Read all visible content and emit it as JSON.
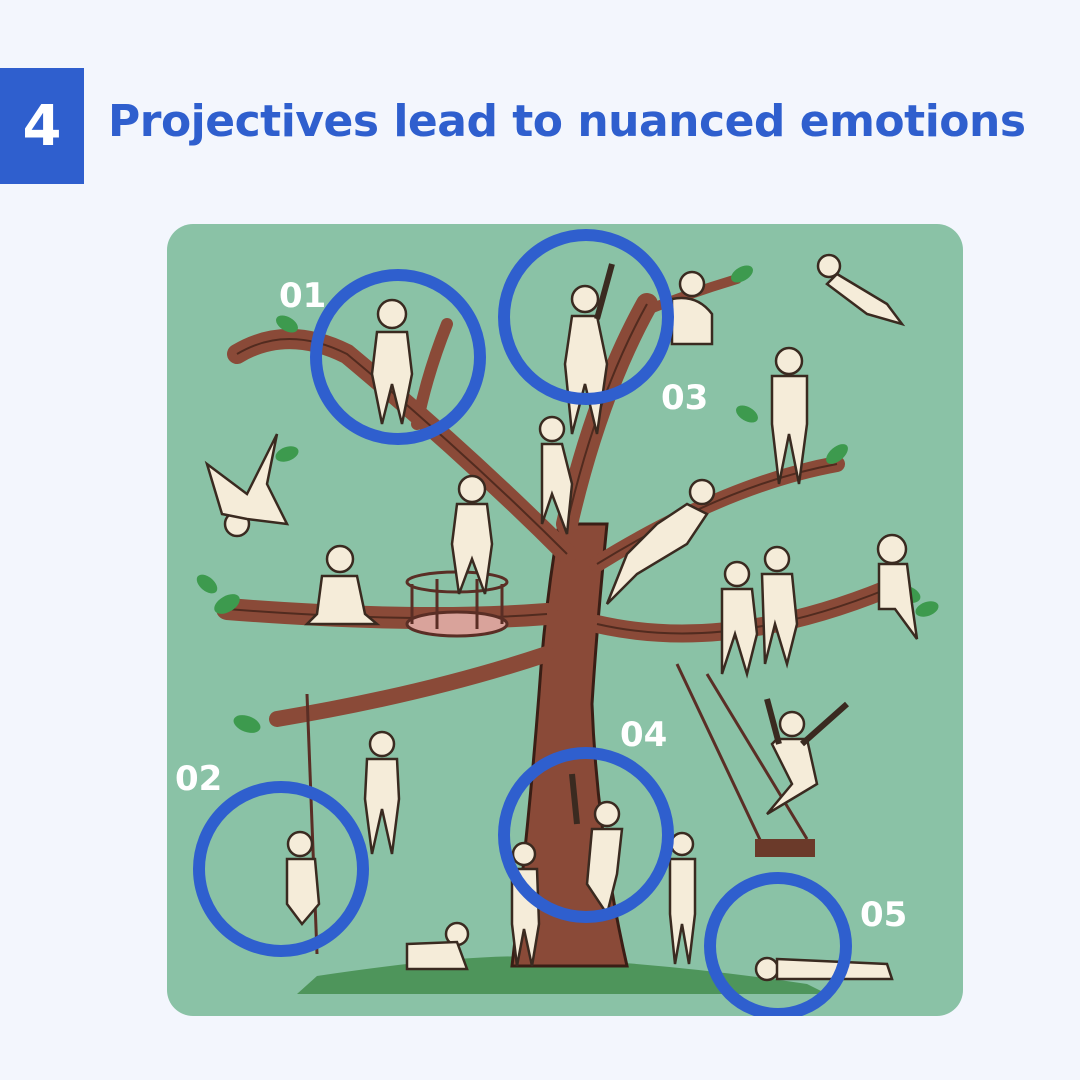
{
  "header": {
    "number": "4",
    "title": "Projectives lead to nuanced emotions"
  },
  "illustration": {
    "subject": "blob tree with figures",
    "highlights": [
      {
        "label": "01"
      },
      {
        "label": "02"
      },
      {
        "label": "03"
      },
      {
        "label": "04"
      },
      {
        "label": "05"
      }
    ]
  },
  "colors": {
    "accent": "#2f5fce",
    "background": "#f3f6fd",
    "panel_green": "#8ac2a6",
    "trunk_brown": "#8a4a38",
    "figure": "#f5ecd9",
    "leaf": "#3d9a4e"
  }
}
